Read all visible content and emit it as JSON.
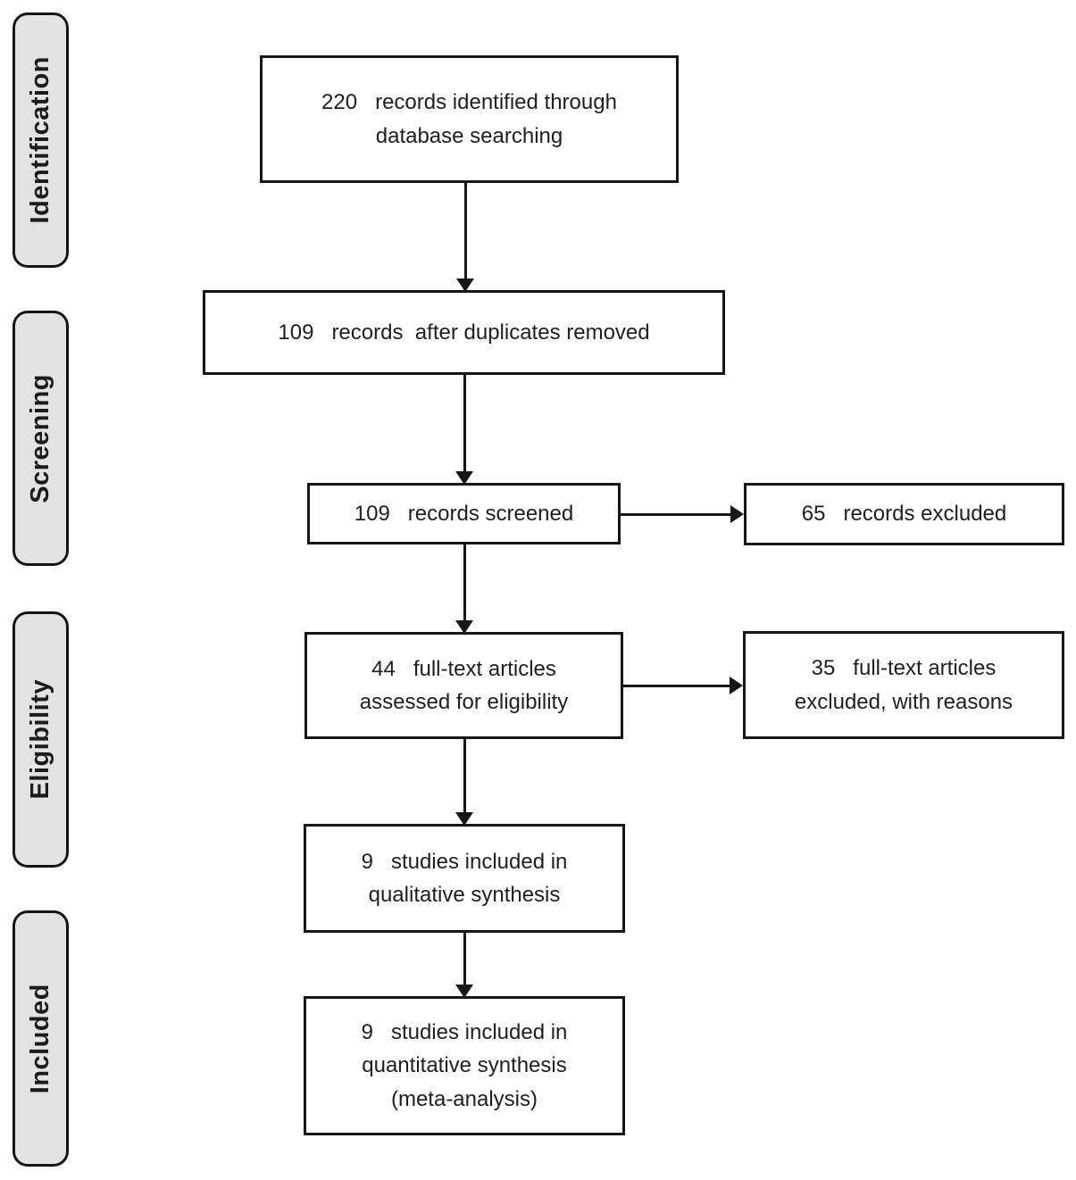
{
  "diagram_type": "prisma-flow",
  "sidebar": {
    "stages": [
      "Identification",
      "Screening",
      "Eligibility",
      "Included"
    ]
  },
  "boxes": {
    "identified": "220   records identified through\ndatabase searching",
    "after_duplicates": "109   records  after duplicates removed",
    "screened": "109   records screened",
    "records_excluded": "65   records excluded",
    "fulltext_assessed": "44   full-text articles\nassessed for eligibility",
    "fulltext_excluded": "35   full-text articles\nexcluded, with reasons",
    "qualitative": "9   studies included in\nqualitative synthesis",
    "quantitative": "9   studies included in\nquantitative synthesis\n(meta-analysis)"
  },
  "counts": {
    "identified": 220,
    "after_duplicates": 109,
    "screened": 109,
    "records_excluded": 65,
    "fulltext_assessed": 44,
    "fulltext_excluded": 35,
    "qualitative_synthesis": 9,
    "quantitative_synthesis": 9
  },
  "colors": {
    "background": "#ffffff",
    "box_border": "#161616",
    "stage_fill": "#e3e3e3",
    "text": "#1f1f1f"
  }
}
